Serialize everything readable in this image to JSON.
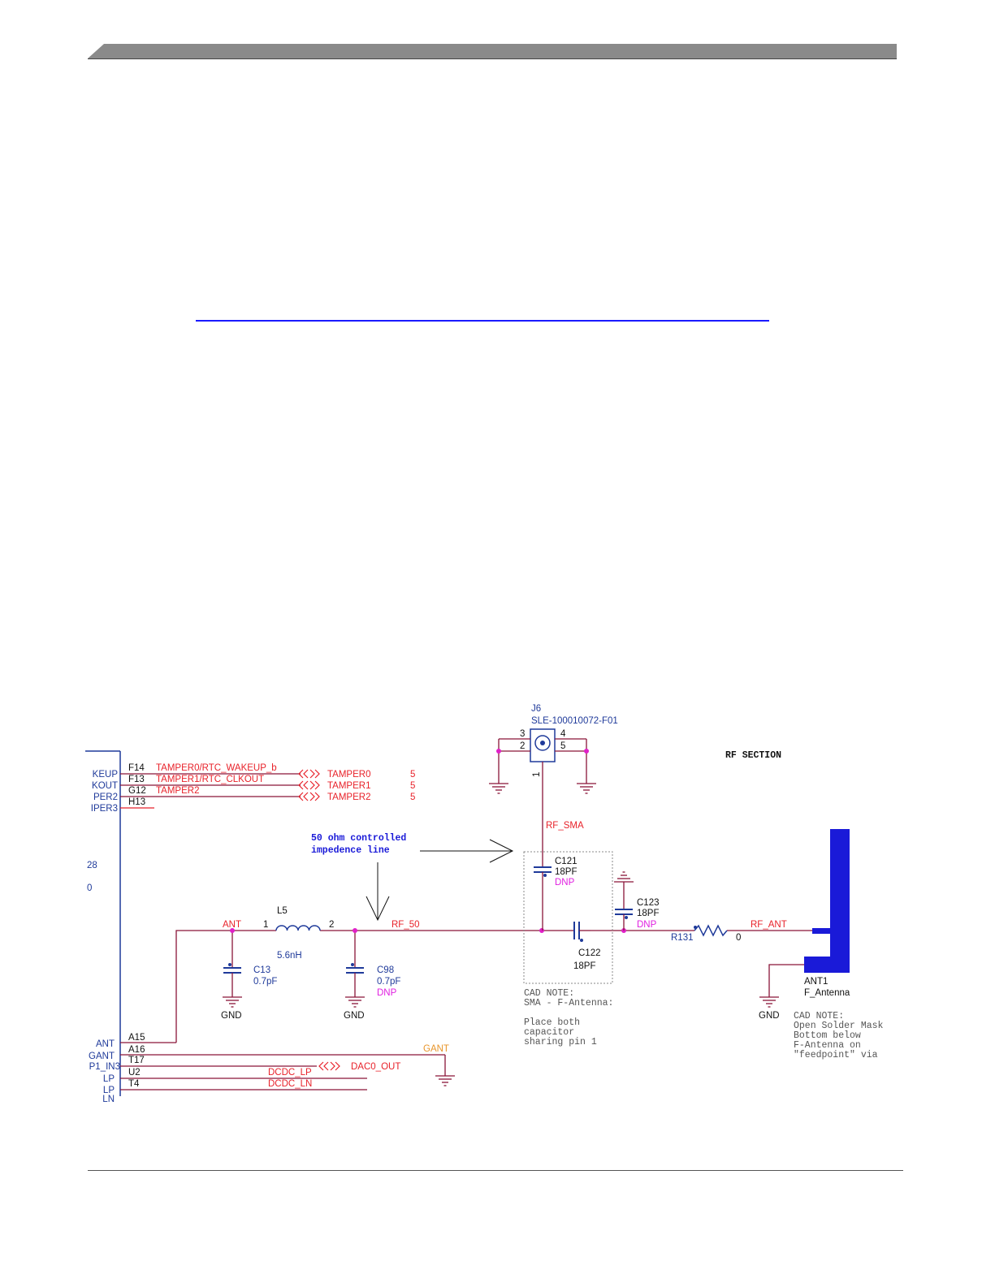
{
  "pins_left": [
    {
      "label": "KEUP",
      "pin": "F14",
      "net": "TAMPER0/RTC_WAKEUP_b"
    },
    {
      "label": "KOUT",
      "pin": "F13",
      "net": "TAMPER1/RTC_CLKOUT"
    },
    {
      "label": "PER2",
      "pin": "G12",
      "net": "TAMPER2"
    },
    {
      "label": "IPER3",
      "pin": "H13",
      "net": ""
    }
  ],
  "offpage": [
    {
      "name": "TAMPER0",
      "page": "5"
    },
    {
      "name": "TAMPER1",
      "page": "5"
    },
    {
      "name": "TAMPER2",
      "page": "5"
    }
  ],
  "side_fragments": [
    "28",
    "0"
  ],
  "pins_bottom": [
    {
      "label": "ANT",
      "pin": "A15"
    },
    {
      "label": "GANT",
      "pin": "A16"
    },
    {
      "label": "P1_IN3",
      "pin": "T17"
    },
    {
      "label": "LP",
      "pin": "U2"
    },
    {
      "label": "LP",
      "pin": "T4"
    },
    {
      "label": "LN",
      "pin": ""
    }
  ],
  "bottom_nets": {
    "gant": "GANT",
    "dcdc_lp": "DCDC_LP",
    "dcdc_ln": "DCDC_LN",
    "dac": "DAC0_OUT"
  },
  "connector": {
    "ref": "J6",
    "part": "SLE-100010072-F01",
    "pin1": "1",
    "pin2": "2",
    "pin3": "3",
    "pin4": "4",
    "pin5": "5"
  },
  "title": "RF SECTION",
  "annotation": {
    "line1": "50 ohm controlled",
    "line2": "impedence line"
  },
  "nets": {
    "ant": "ANT",
    "rf_50": "RF_50",
    "rf_sma": "RF_SMA",
    "rf_ant": "RF_ANT"
  },
  "components": {
    "l5": {
      "ref": "L5",
      "value": "5.6nH",
      "pin1": "1",
      "pin2": "2"
    },
    "c13": {
      "ref": "C13",
      "value": "0.7pF"
    },
    "c98": {
      "ref": "C98",
      "value": "0.7pF",
      "note": "DNP"
    },
    "c121": {
      "ref": "C121",
      "value": "18PF",
      "note": "DNP"
    },
    "c122": {
      "ref": "C122",
      "value": "18PF"
    },
    "c123": {
      "ref": "C123",
      "value": "18PF",
      "note": "DNP"
    },
    "r131": {
      "ref": "R131",
      "value": "0"
    },
    "ant1": {
      "ref": "ANT1",
      "value": "F_Antenna"
    }
  },
  "gnd_label": "GND",
  "cad_note_sma": [
    "CAD NOTE:",
    "SMA - F-Antenna:",
    "",
    "Place both",
    "capacitor",
    "sharing pin 1"
  ],
  "cad_note_ant": [
    "CAD NOTE:",
    "Open Solder Mask",
    "Bottom below",
    "F-Antenna on",
    "\"feedpoint\" via"
  ],
  "colors": {
    "wire": "#8a1538",
    "label_red": "#e8222a",
    "blue": "#1f3a9a",
    "magenta": "#e020e0",
    "orange": "#e8952a",
    "junction": "#e020c8",
    "antenna": "#1a1ad8"
  }
}
